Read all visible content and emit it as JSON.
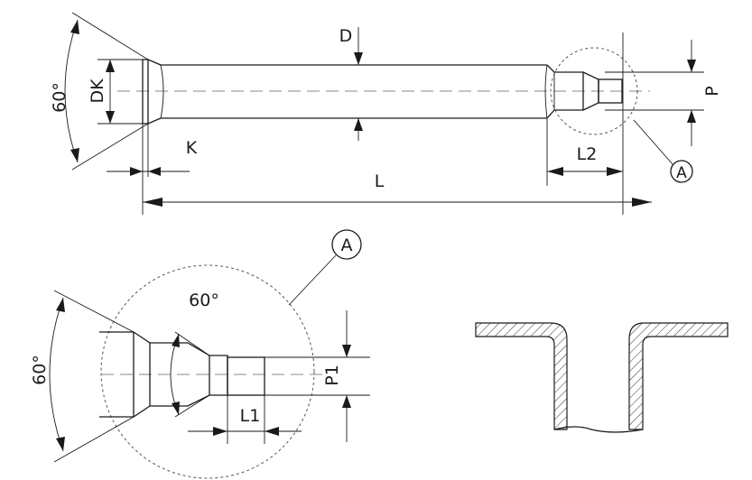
{
  "labels": {
    "angle_main": "60°",
    "head_diameter": "DK",
    "shaft_diameter": "D",
    "head_thickness": "K",
    "length": "L",
    "tip_length": "L2",
    "tip_diameter": "P",
    "detail_ref": "A",
    "detail_title": "A",
    "detail_angle_top": "60°",
    "detail_angle_left": "60°",
    "detail_tip_diameter": "P1",
    "detail_tip_length": "L1"
  },
  "colors": {
    "line": "#1a1a1a",
    "centerline": "#8a8a8a"
  }
}
